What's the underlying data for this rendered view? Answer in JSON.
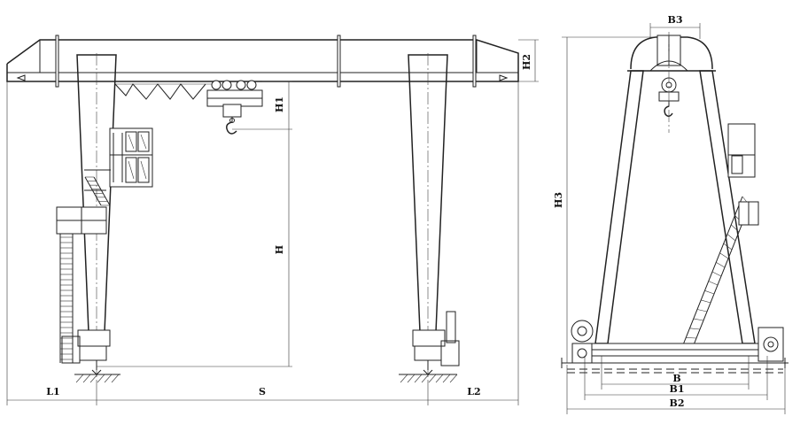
{
  "labels": {
    "L1": "L1",
    "S": "S",
    "L2": "L2",
    "H": "H",
    "H1": "H1",
    "H2": "H2",
    "H3": "H3",
    "B3": "B3",
    "B": "B",
    "B1": "B1",
    "B2": "B2"
  },
  "colors": {
    "line": "#222222",
    "background": "#ffffff"
  }
}
